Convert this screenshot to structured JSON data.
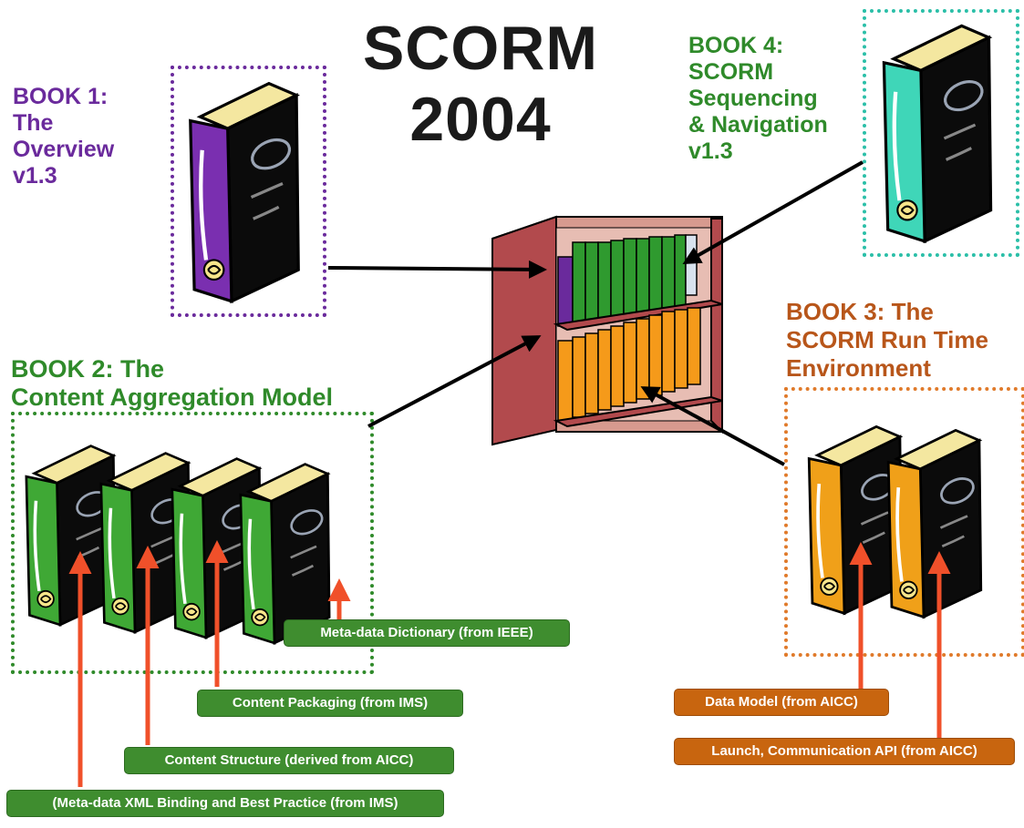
{
  "title": {
    "line1": "SCORM",
    "line2": "2004"
  },
  "book1": {
    "lines": [
      "BOOK 1:",
      "The",
      "Overview",
      "v1.3"
    ],
    "color": "#6a2a9c"
  },
  "book2": {
    "lines": [
      "BOOK 2:  The",
      "Content Aggregation Model"
    ],
    "color": "#2f8a2a"
  },
  "book3": {
    "lines": [
      "BOOK 3:  The",
      "SCORM Run Time",
      "Environment"
    ],
    "color": "#b8561a"
  },
  "book4": {
    "lines": [
      "BOOK 4:",
      "SCORM",
      "Sequencing",
      "& Navigation",
      "v1.3"
    ],
    "color": "#2f8a2a"
  },
  "labels": {
    "metadata_dictionary": "Meta-data Dictionary (from IEEE)",
    "content_packaging": "Content  Packaging (from IMS)",
    "content_structure": "Content Structure (derived from AICC)",
    "metadata_xml": "(Meta-data XML Binding and Best Practice (from IMS)",
    "data_model": "Data Model (from AICC)",
    "launch_api": "Launch, Communication API (from AICC)"
  },
  "colors": {
    "purple": "#6a2a9c",
    "green": "#2f8a2a",
    "orange": "#c8650f",
    "teal": "#2bbfa8",
    "arrow_red": "#f0502a"
  }
}
